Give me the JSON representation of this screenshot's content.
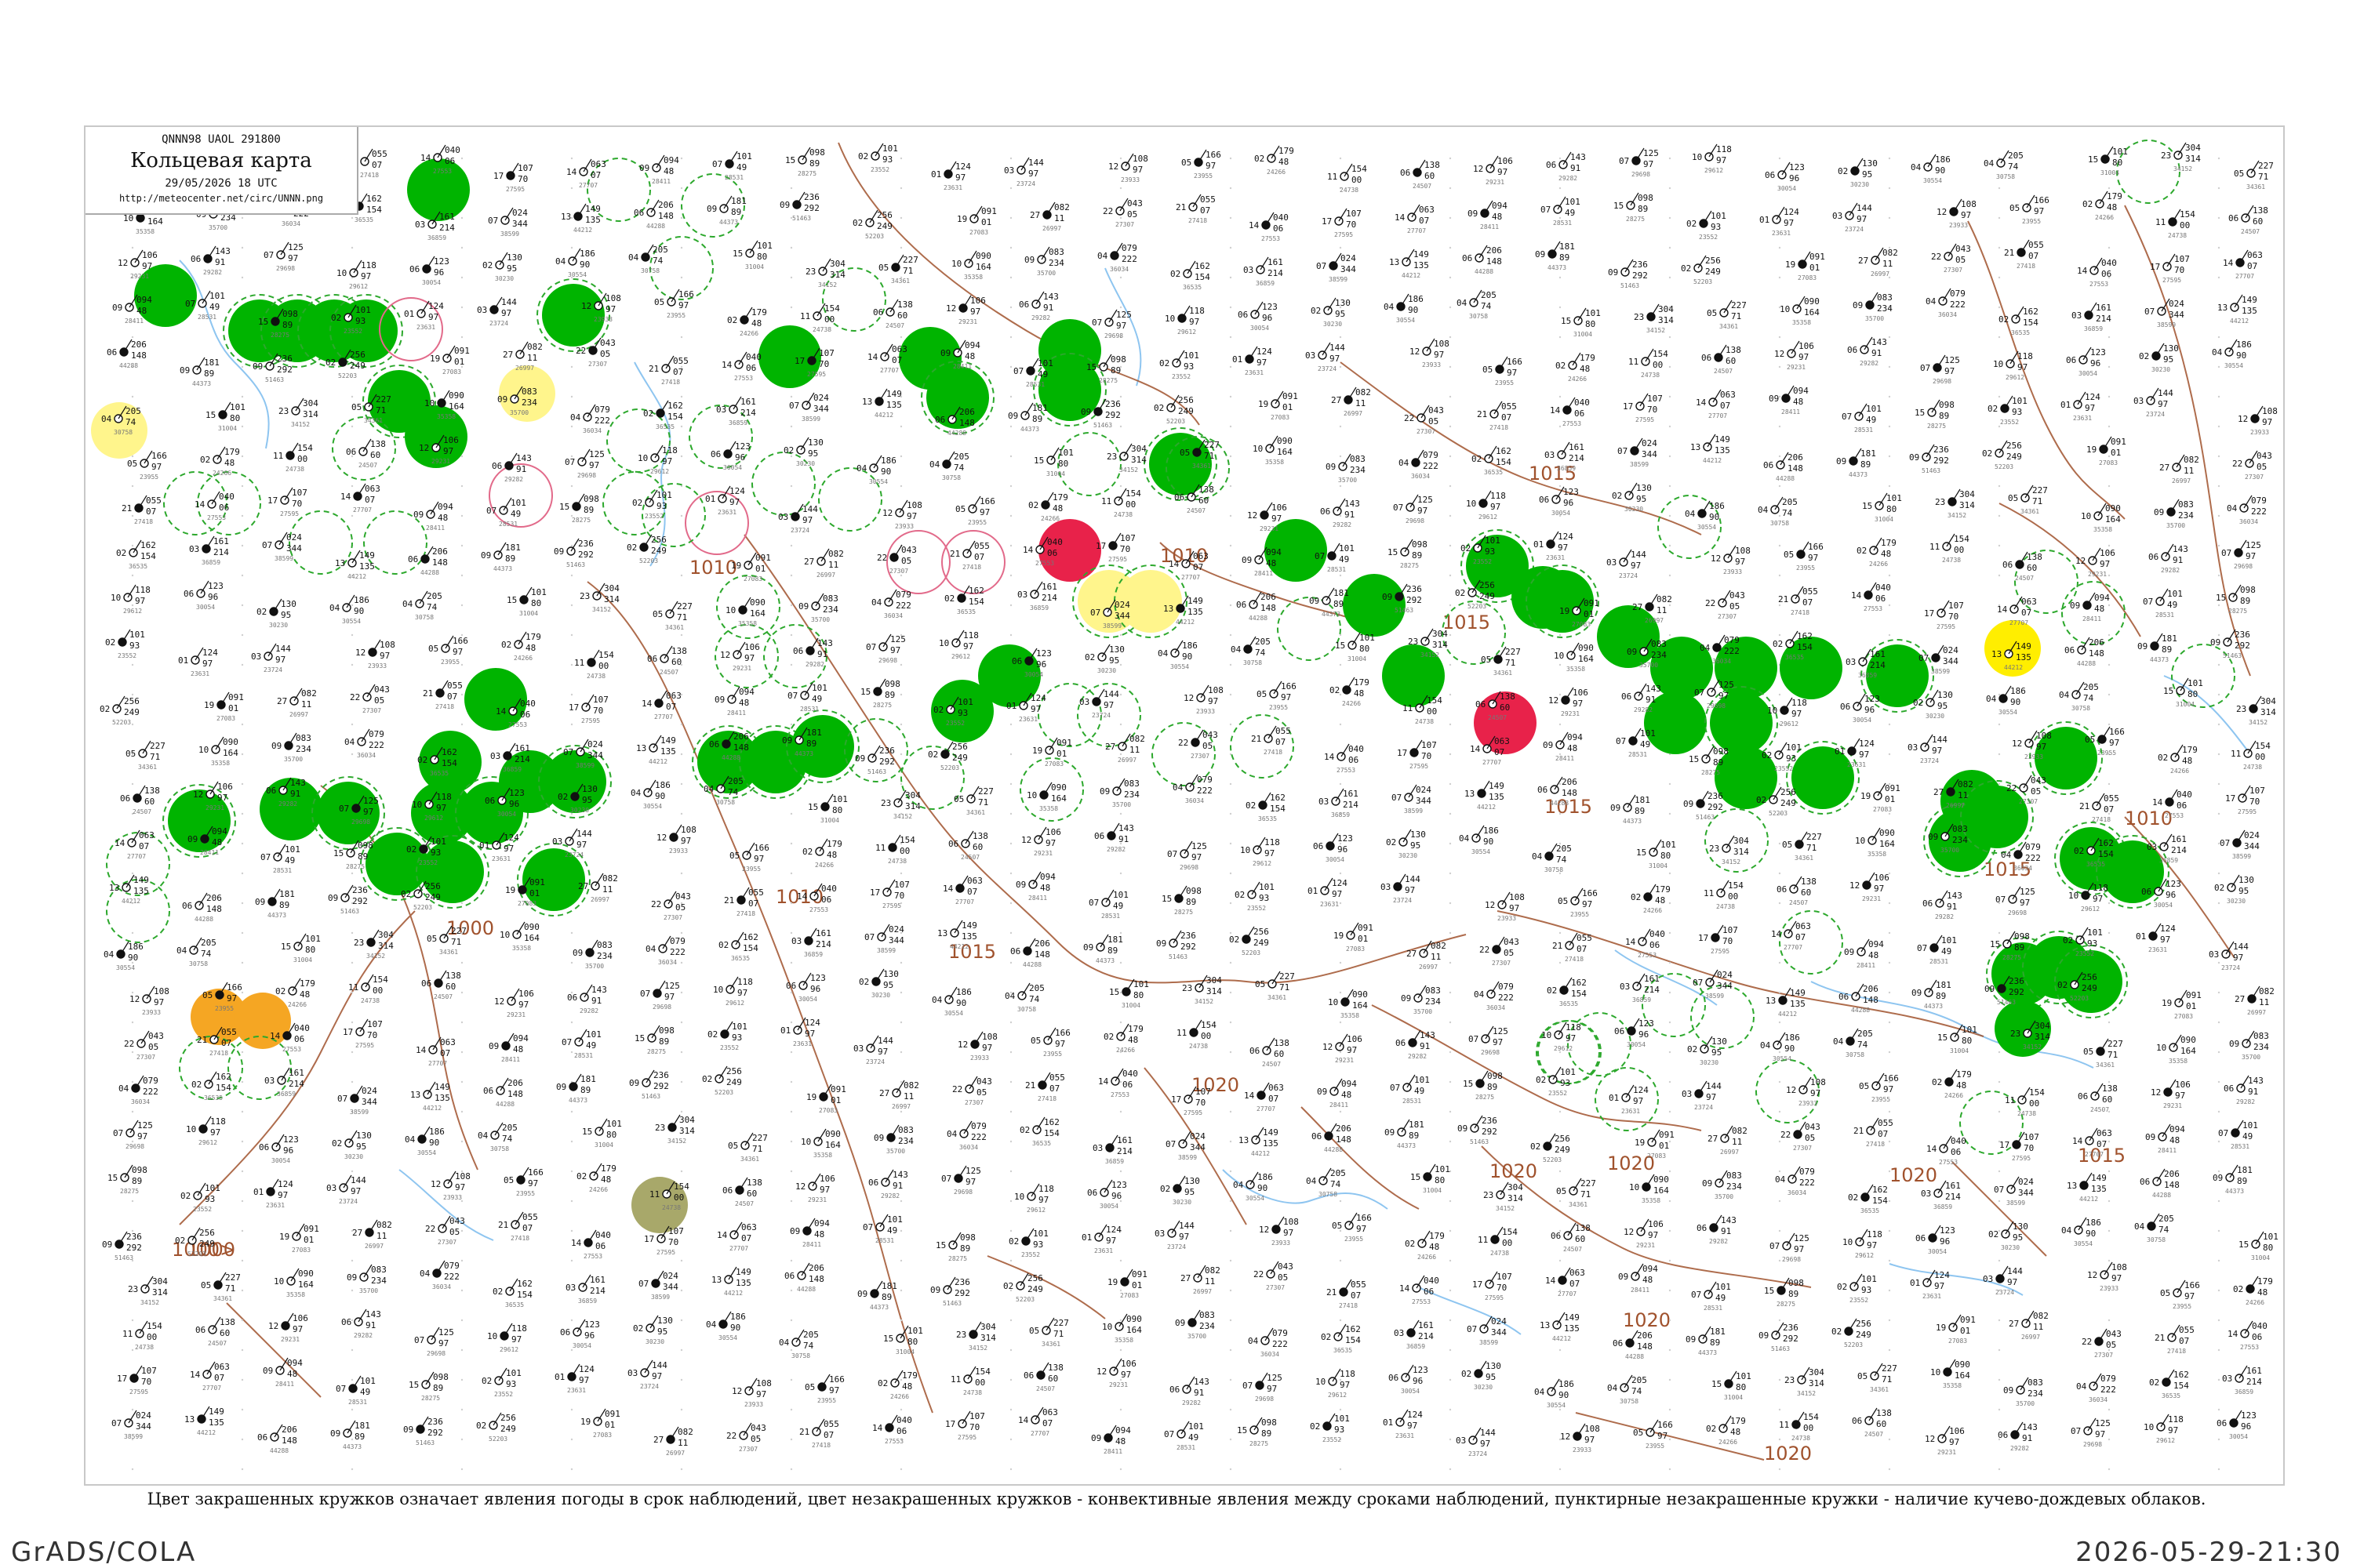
{
  "title_box": {
    "code_line": "QNNN98  UAOL  291800",
    "title": "Кольцевая карта",
    "time": "29/05/2026 18 UTC",
    "url": "http://meteocenter.net/circ/UNNN.png"
  },
  "legend_text": "Цвет закрашенных кружков означает явления погоды в срок наблюдений, цвет незакрашенных кружков - конвективные явления между сроками наблюдений, пунктирные незакрашенные кружки - наличие кучево-дождевых облаков.",
  "footer": {
    "left": "GrADS/COLA",
    "right": "2026-05-29-21:30"
  },
  "colors": {
    "isobar": "#a0522d",
    "river": "#8ec5f0",
    "circle_green": "#00b400",
    "circle_yellow": "#fff58c",
    "circle_bright_yellow": "#ffee00",
    "circle_orange": "#f5a623",
    "circle_red": "#e8224a",
    "circle_olive": "#a8a86a",
    "dashed_green": "#2ca82c",
    "outline_red": "#e26a8a"
  },
  "isobar_labels": [
    "1000",
    "1000",
    "1000>",
    "1010",
    "1010",
    "1010",
    "1010",
    "1015",
    "1015",
    "1015",
    "1015",
    "1015",
    "1015",
    "1020",
    "1020",
    "1020",
    "1020",
    "1020",
    "1020",
    "1010"
  ],
  "stations": [
    {
      "id": "27083",
      "pressure": "091",
      "temp": "19",
      "dew": "01"
    },
    {
      "id": "26997",
      "pressure": "082",
      "temp": "27",
      "dew": "11"
    },
    {
      "id": "27307",
      "pressure": "043",
      "temp": "22",
      "dew": "05"
    },
    {
      "id": "27418",
      "pressure": "055",
      "temp": "21",
      "dew": "07"
    },
    {
      "id": "27553",
      "pressure": "040",
      "temp": "14",
      "dew": "06"
    },
    {
      "id": "27595",
      "pressure": "107",
      "temp": "17",
      "dew": "70"
    },
    {
      "id": "27707",
      "pressure": "063",
      "temp": "14",
      "dew": "07"
    },
    {
      "id": "28411",
      "pressure": "094",
      "temp": "09",
      "dew": "48"
    },
    {
      "id": "28531",
      "pressure": "101",
      "temp": "07",
      "dew": "49"
    },
    {
      "id": "28275",
      "pressure": "098",
      "temp": "15",
      "dew": "89"
    },
    {
      "id": "23552",
      "pressure": "101",
      "temp": "02",
      "dew": "93"
    },
    {
      "id": "23631",
      "pressure": "124",
      "temp": "01",
      "dew": "97"
    },
    {
      "id": "23724",
      "pressure": "144",
      "temp": "03",
      "dew": "97"
    },
    {
      "id": "23933",
      "pressure": "108",
      "temp": "12",
      "dew": "97"
    },
    {
      "id": "23955",
      "pressure": "166",
      "temp": "05",
      "dew": "97"
    },
    {
      "id": "24266",
      "pressure": "179",
      "temp": "02",
      "dew": "48"
    },
    {
      "id": "24738",
      "pressure": "154",
      "temp": "11",
      "dew": "00"
    },
    {
      "id": "24507",
      "pressure": "138",
      "temp": "06",
      "dew": "60"
    },
    {
      "id": "29231",
      "pressure": "106",
      "temp": "12",
      "dew": "97"
    },
    {
      "id": "29282",
      "pressure": "143",
      "temp": "06",
      "dew": "91"
    },
    {
      "id": "29698",
      "pressure": "125",
      "temp": "07",
      "dew": "97"
    },
    {
      "id": "29612",
      "pressure": "118",
      "temp": "10",
      "dew": "97"
    },
    {
      "id": "30054",
      "pressure": "123",
      "temp": "06",
      "dew": "96"
    },
    {
      "id": "30230",
      "pressure": "130",
      "temp": "02",
      "dew": "95"
    },
    {
      "id": "30554",
      "pressure": "186",
      "temp": "04",
      "dew": "90"
    },
    {
      "id": "30758",
      "pressure": "205",
      "temp": "04",
      "dew": "74"
    },
    {
      "id": "31004",
      "pressure": "101",
      "temp": "15",
      "dew": "80"
    },
    {
      "id": "34152",
      "pressure": "304",
      "temp": "23",
      "dew": "314"
    },
    {
      "id": "34361",
      "pressure": "227",
      "temp": "05",
      "dew": "71"
    },
    {
      "id": "35358",
      "pressure": "090",
      "temp": "10",
      "dew": "164"
    },
    {
      "id": "35700",
      "pressure": "083",
      "temp": "09",
      "dew": "234"
    },
    {
      "id": "36034",
      "pressure": "079",
      "temp": "04",
      "dew": "222"
    },
    {
      "id": "36535",
      "pressure": "162",
      "temp": "02",
      "dew": "154"
    },
    {
      "id": "36859",
      "pressure": "161",
      "temp": "03",
      "dew": "214"
    },
    {
      "id": "38599",
      "pressure": "024",
      "temp": "07",
      "dew": "344"
    },
    {
      "id": "44212",
      "pressure": "149",
      "temp": "13",
      "dew": "135"
    },
    {
      "id": "44288",
      "pressure": "206",
      "temp": "06",
      "dew": "148"
    },
    {
      "id": "44373",
      "pressure": "181",
      "temp": "09",
      "dew": "89"
    },
    {
      "id": "51463",
      "pressure": "236",
      "temp": "09",
      "dew": "292"
    },
    {
      "id": "52203",
      "pressure": "256",
      "temp": "02",
      "dew": "249"
    }
  ]
}
